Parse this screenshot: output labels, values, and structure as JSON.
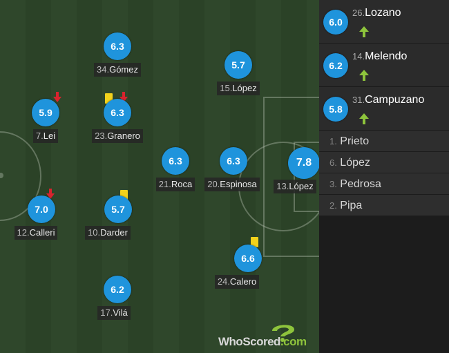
{
  "players": [
    {
      "num": "34.",
      "name": "Gómez",
      "rating": "6.3"
    },
    {
      "num": "15.",
      "name": "López",
      "rating": "5.7"
    },
    {
      "num": "7.",
      "name": "Lei",
      "rating": "5.9"
    },
    {
      "num": "23.",
      "name": "Granero",
      "rating": "6.3"
    },
    {
      "num": "21.",
      "name": "Roca",
      "rating": "6.3"
    },
    {
      "num": "20.",
      "name": "Espinosa",
      "rating": "6.3"
    },
    {
      "num": "13.",
      "name": "López",
      "rating": "7.8"
    },
    {
      "num": "12.",
      "name": "Calleri",
      "rating": "7.0"
    },
    {
      "num": "10.",
      "name": "Darder",
      "rating": "5.7"
    },
    {
      "num": "24.",
      "name": "Calero",
      "rating": "6.6"
    },
    {
      "num": "17.",
      "name": "Vilá",
      "rating": "6.2"
    }
  ],
  "subs": [
    {
      "num": "26.",
      "name": "Lozano",
      "rating": "6.0"
    },
    {
      "num": "14.",
      "name": "Melendo",
      "rating": "6.2"
    },
    {
      "num": "31.",
      "name": "Campuzano",
      "rating": "5.8"
    }
  ],
  "unused": [
    {
      "num": "1.",
      "name": "Prieto"
    },
    {
      "num": "6.",
      "name": "López"
    },
    {
      "num": "3.",
      "name": "Pedrosa"
    },
    {
      "num": "2.",
      "name": "Pipa"
    }
  ],
  "logo": {
    "part1": "WhoScored",
    "part2": ".com"
  },
  "colors": {
    "rating": "#1f94dc",
    "yellow_card": "#f2d21c",
    "sub_out": "#d9232e",
    "sub_in": "#8ec43c"
  }
}
